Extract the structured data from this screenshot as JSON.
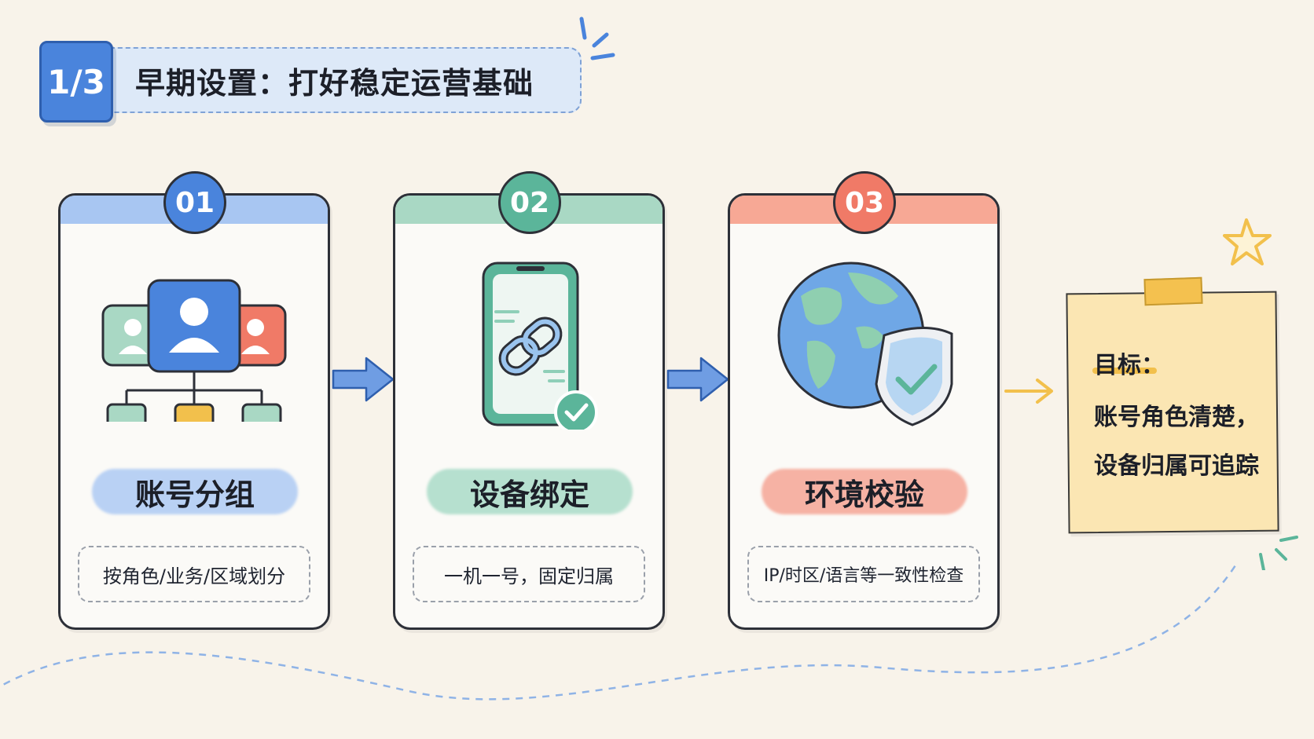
{
  "header": {
    "step_badge": "1/3",
    "title": "早期设置：打好稳定运营基础"
  },
  "colors": {
    "blue": "#4a84dc",
    "green": "#5bb59a",
    "red": "#f07a67",
    "yellow": "#f2c04c",
    "note": "#fbe6b3"
  },
  "steps": [
    {
      "number": "01",
      "title": "账号分组",
      "desc": "按角色/业务/区域划分",
      "icon": "account-group-icon"
    },
    {
      "number": "02",
      "title": "设备绑定",
      "desc": "一机一号，固定归属",
      "icon": "phone-link-icon"
    },
    {
      "number": "03",
      "title": "环境校验",
      "desc": "IP/时区/语言等一致性检查",
      "icon": "globe-shield-icon"
    }
  ],
  "goal": {
    "label": "目标：",
    "lines": [
      "账号角色清楚，",
      "设备归属可追踪"
    ]
  }
}
